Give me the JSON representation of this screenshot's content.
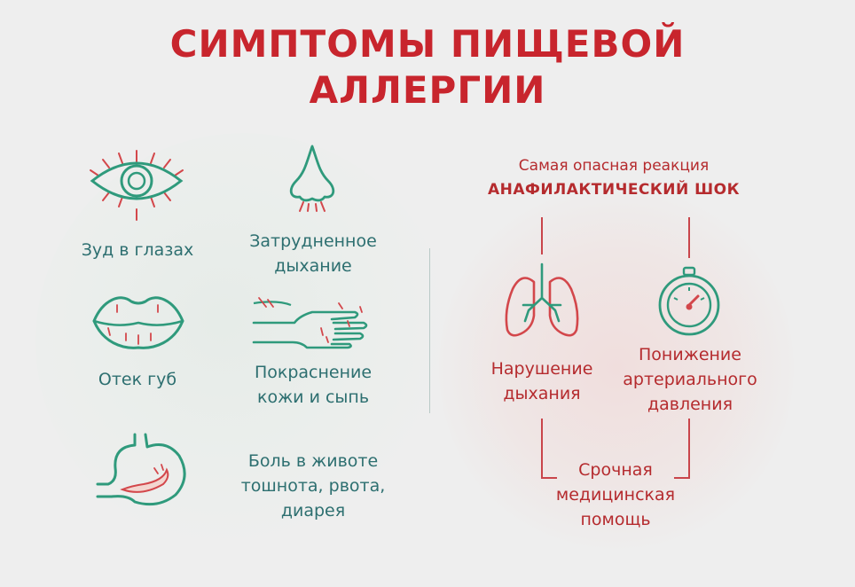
{
  "title": {
    "line1": "СИМПТОМЫ ПИЩЕВОЙ",
    "line2": "АЛЛЕРГИИ"
  },
  "symptoms": {
    "eyes": {
      "line1": "Зуд в глазах"
    },
    "breathing": {
      "line1": "Затрудненное",
      "line2": "дыхание"
    },
    "lips": {
      "line1": "Отек губ"
    },
    "skin": {
      "line1": "Покраснение",
      "line2": "кожи и сыпь"
    },
    "stomach": {
      "line1": "Боль в животе",
      "line2": "тошнота, рвота,",
      "line3": "диарея"
    }
  },
  "anaphylaxis": {
    "subtitle": "Самая опасная реакция",
    "heading": "АНАФИЛАКТИЧЕСКИЙ ШОК",
    "left": {
      "line1": "Нарушение",
      "line2": "дыхания"
    },
    "right": {
      "line1": "Понижение",
      "line2": "артериального",
      "line3": "давления"
    },
    "bottom": {
      "line1": "Срочная",
      "line2": "медицинская",
      "line3": "помощь"
    }
  },
  "colors": {
    "accent_red": "#c8252d",
    "text_teal": "#2d6f70",
    "icon_teal": "#2f9a7c",
    "background": "#eeeeee"
  },
  "icons": [
    "eye-icon",
    "nose-icon",
    "lips-icon",
    "hand-rash-icon",
    "stomach-icon",
    "lungs-icon",
    "pressure-gauge-icon"
  ]
}
